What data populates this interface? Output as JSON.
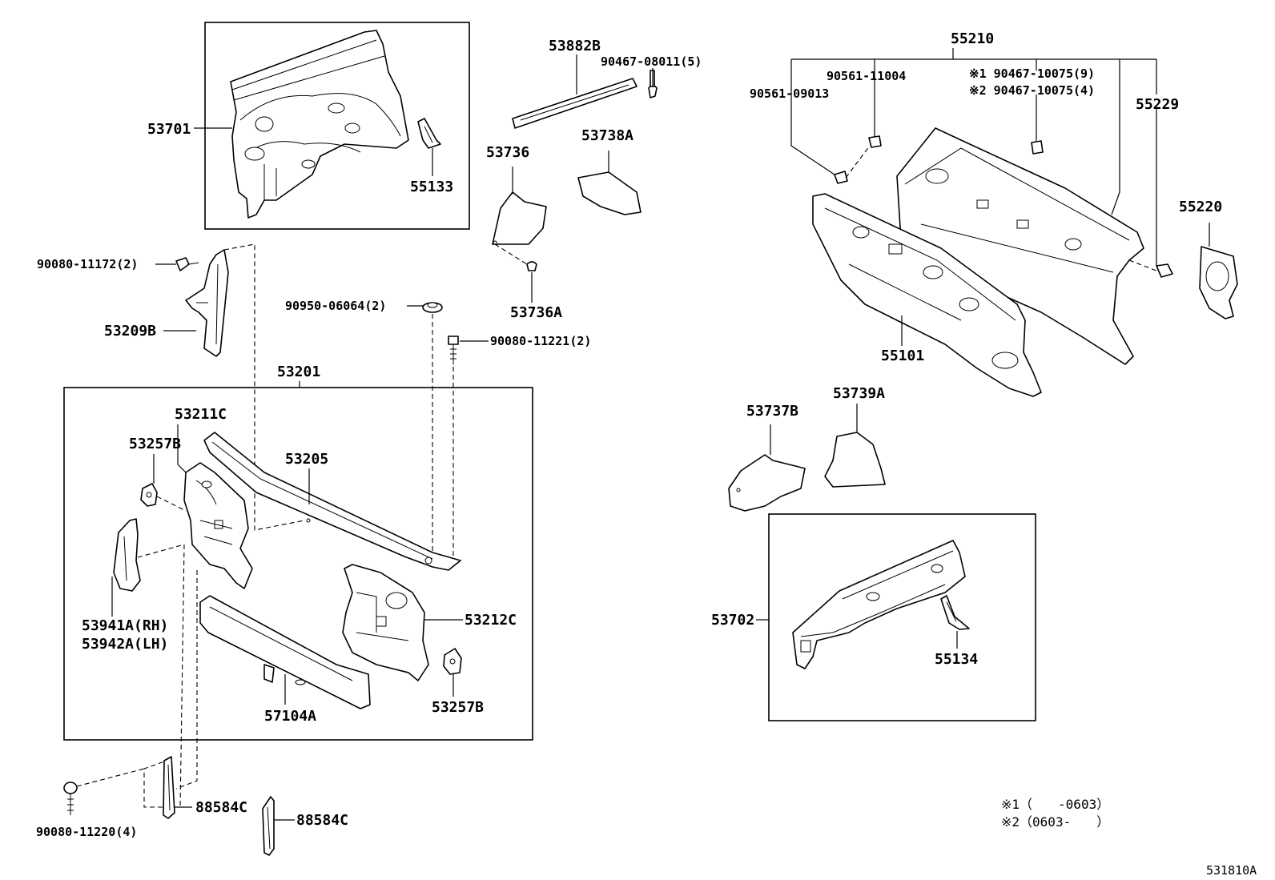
{
  "diagram_code": "531810A",
  "labels": {
    "p53701": "53701",
    "p55133": "55133",
    "p53882B": "53882B",
    "p90467_08011": "90467-08011(5)",
    "p53736": "53736",
    "p53738A": "53738A",
    "p53736A": "53736A",
    "p90080_11172": "90080-11172(2)",
    "p53209B": "53209B",
    "p90950_06064": "90950-06064(2)",
    "p90080_11221": "90080-11221(2)",
    "p53201": "53201",
    "p53211C": "53211C",
    "p53257B_a": "53257B",
    "p53205": "53205",
    "p53941A": "53941A(RH)",
    "p53942A": "53942A(LH)",
    "p53212C": "53212C",
    "p53257B_b": "53257B",
    "p57104A": "57104A",
    "p88584C_a": "88584C",
    "p88584C_b": "88584C",
    "p90080_11220": "90080-11220(4)",
    "p55210": "55210",
    "p90561_11004": "90561-11004",
    "p90561_09013": "90561-09013",
    "p90467_10075_9": "※1 90467-10075(9)",
    "p90467_10075_4": "※2 90467-10075(4)",
    "p55229": "55229",
    "p55220": "55220",
    "p55101": "55101",
    "p53737B": "53737B",
    "p53739A": "53739A",
    "p53702": "53702",
    "p55134": "55134"
  },
  "notes": {
    "n1": "※1（　　-0603）",
    "n2": "※2（0603-　　）"
  }
}
